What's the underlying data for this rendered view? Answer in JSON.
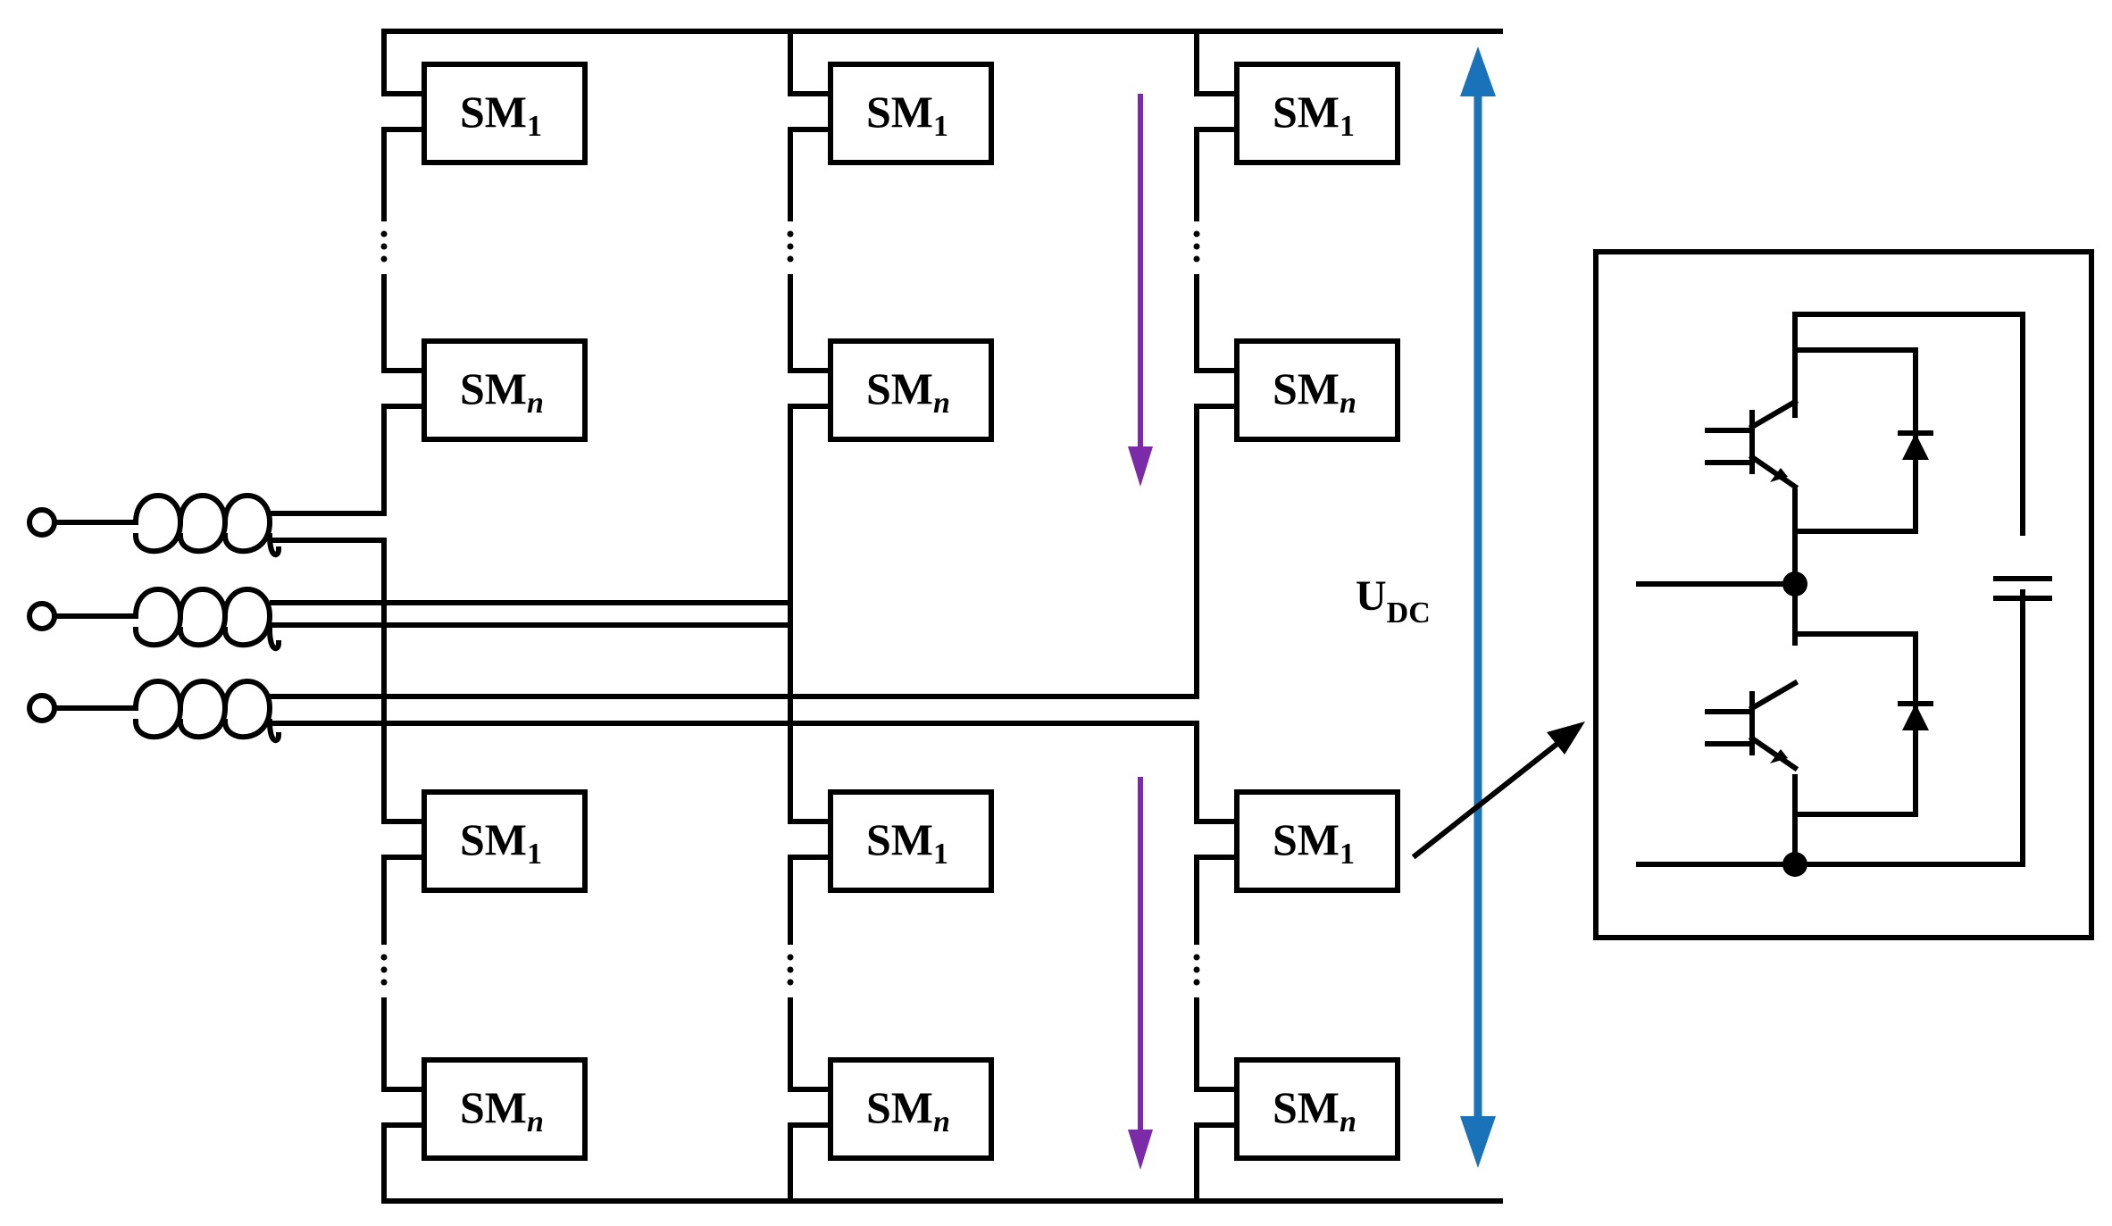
{
  "submodule": {
    "prefix": "SM",
    "first_index": "1",
    "last_index": "n"
  },
  "dc_voltage_label": {
    "main": "U",
    "sub": "DC"
  },
  "colors": {
    "dc_arrow": "#1a73b8",
    "arm_current_arrow": "#7b2aa8",
    "wire": "#000000"
  },
  "layout_description": {
    "phases": 3,
    "arms_per_phase": 2,
    "submodule_cell": "half-bridge with two IGBTs, anti-parallel diodes and a capacitor"
  }
}
